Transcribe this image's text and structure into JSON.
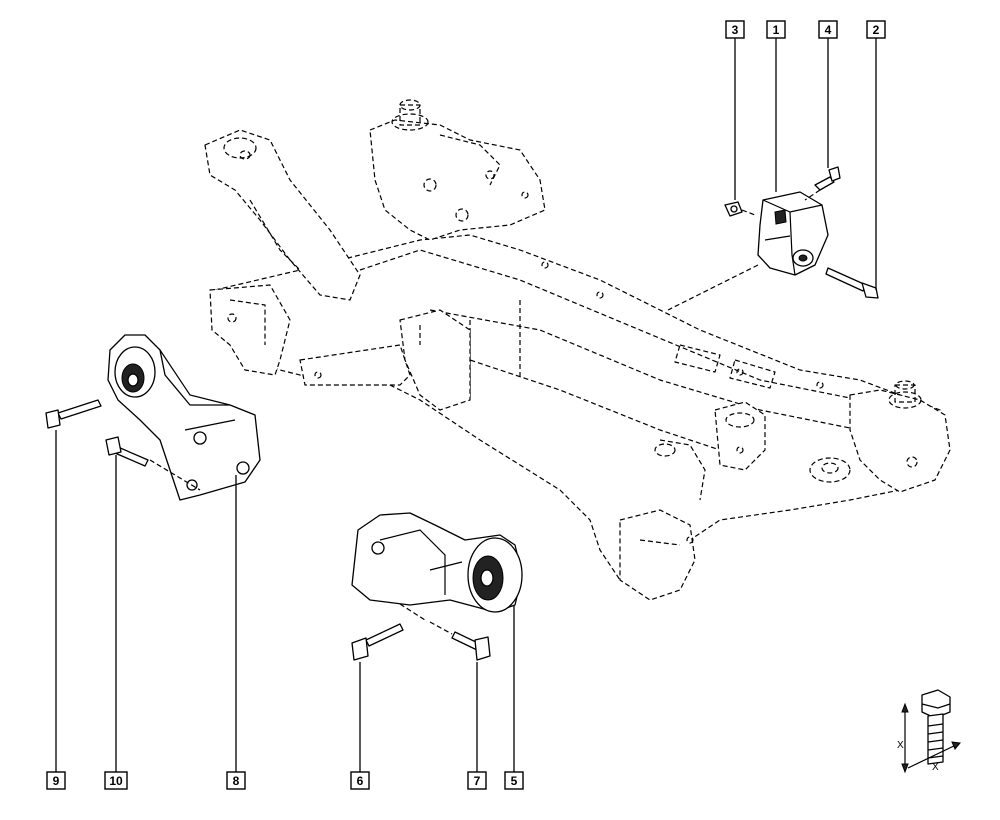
{
  "callouts": {
    "c1": "1",
    "c2": "2",
    "c3": "3",
    "c4": "4",
    "c5": "5",
    "c6": "6",
    "c7": "7",
    "c8": "8",
    "c9": "9",
    "c10": "10"
  },
  "detail": {
    "x_label_1": "X",
    "x_label_2": "X"
  }
}
